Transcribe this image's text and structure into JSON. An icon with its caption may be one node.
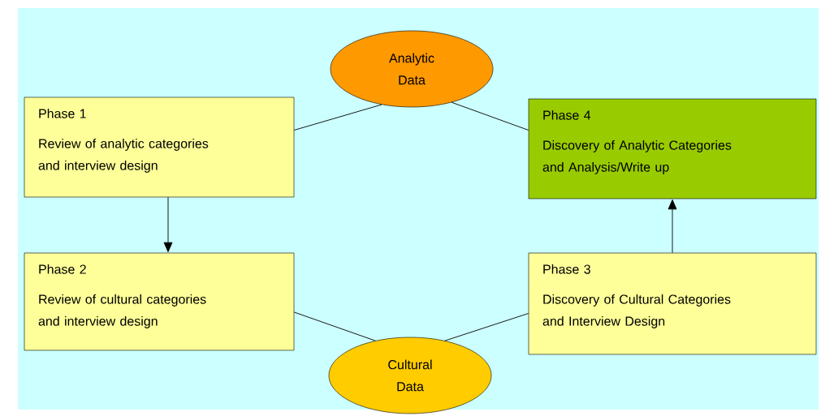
{
  "diagram": {
    "nodes": [
      {
        "text": [
          "Analytic Data"
        ]
      },
      {
        "text": [
          "Phase 1",
          "Review of analytic categories and interview design"
        ]
      },
      {
        "text": [
          "Phase 4",
          "Discovery of Analytic Categories and Analysis/Write up"
        ]
      },
      {
        "text": [
          "Phase 2",
          "Review of cultural categories and interview design"
        ]
      },
      {
        "text": [
          "Phase 3",
          "Discovery of Cultural Categories and Interview Design"
        ]
      },
      {
        "text": [
          "Cultural Data"
        ]
      }
    ],
    "edges": [
      {
        "from": 1,
        "to": 3,
        "arrow": "to"
      },
      {
        "from": 4,
        "to": 2,
        "arrow": "to"
      },
      {
        "from": 1,
        "to": 0,
        "arrow": "none"
      },
      {
        "from": 0,
        "to": 2,
        "arrow": "none"
      },
      {
        "from": 3,
        "to": 5,
        "arrow": "none"
      },
      {
        "from": 5,
        "to": 4,
        "arrow": "none"
      }
    ]
  }
}
